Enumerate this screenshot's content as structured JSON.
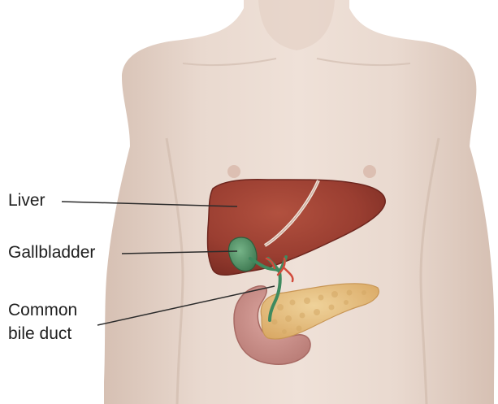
{
  "labels": {
    "liver": "Liver",
    "gallbladder": "Gallbladder",
    "common_bile_duct_line1": "Common",
    "common_bile_duct_line2": "bile duct"
  },
  "colors": {
    "skin": "#e7d6cc",
    "skin_shadow": "#d8c3b6",
    "liver": "#9d3f33",
    "liver_dark": "#7b2c23",
    "gallbladder": "#4f8f63",
    "bile_duct": "#3f8a5f",
    "pancreas": "#e3bd7d",
    "stomach": "#c98f8a",
    "artery": "#d24b3c",
    "leader_line": "#2b2b2b"
  }
}
